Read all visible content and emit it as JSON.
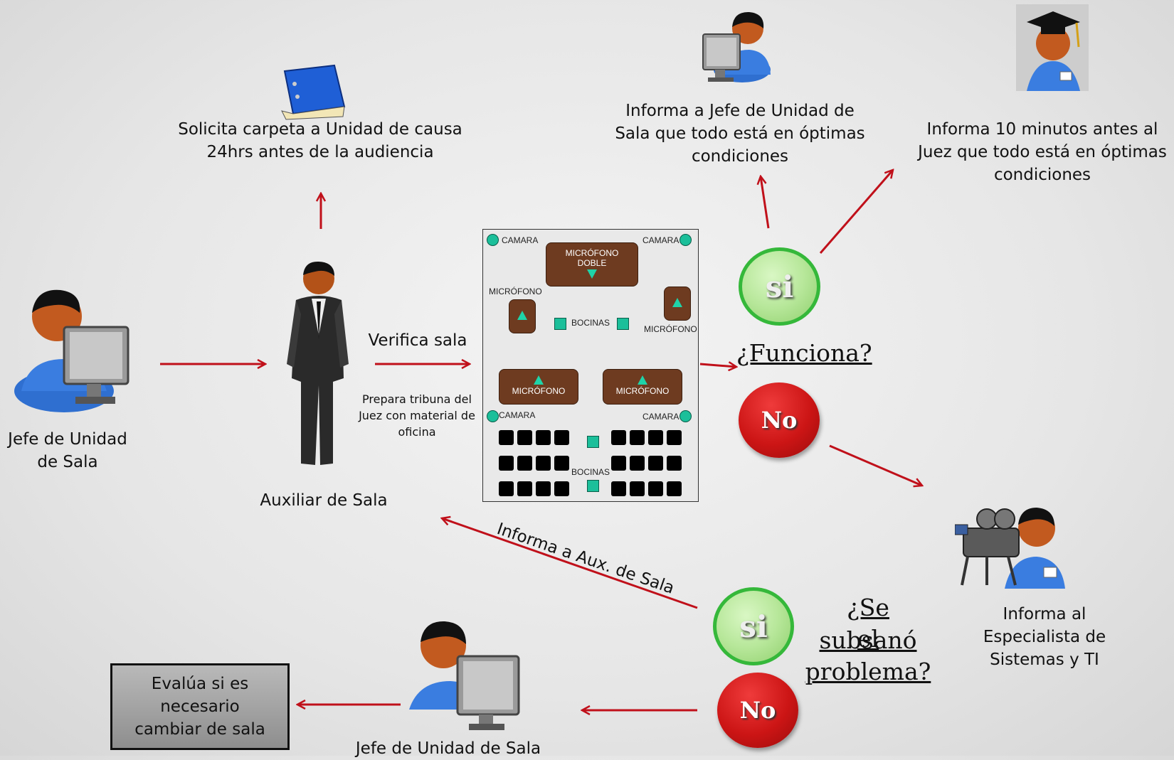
{
  "actors": {
    "jefe_left": "Jefe de Unidad de Sala",
    "auxiliar": "Auxiliar de Sala",
    "jefe_bottom": "Jefe de Unidad de Sala",
    "especialista": "Informa al Especialista de Sistemas y TI"
  },
  "steps": {
    "solicita": "Solicita carpeta a Unidad de causa 24hrs antes de la audiencia",
    "verifica": "Verifica sala",
    "prepara": "Prepara tribuna del Juez con material de oficina",
    "informa_jefe": "Informa a Jefe de Unidad de Sala que todo está en óptimas condiciones",
    "informa_juez": "Informa 10 minutos antes al Juez que todo está en óptimas condiciones",
    "informa_aux": "Informa a Aux. de Sala",
    "evalua": "Evalúa si es necesario cambiar de sala"
  },
  "decisions": {
    "funciona": "¿Funciona?",
    "subsano_1": "¿Se subsanó",
    "subsano_2": "el problema?",
    "si": "si",
    "no": "No"
  },
  "room": {
    "camara": "CAMARA",
    "microfono": "MICRÓFONO",
    "microfono_doble_1": "MICRÓFONO",
    "microfono_doble_2": "DOBLE",
    "bocinas": "BOCINAS"
  },
  "colors": {
    "arrow": "#c0101a",
    "si_border": "#35b83a",
    "no_fill": "#cc1515",
    "speaker": "#1bbf9a",
    "mic": "#6e3b20"
  }
}
